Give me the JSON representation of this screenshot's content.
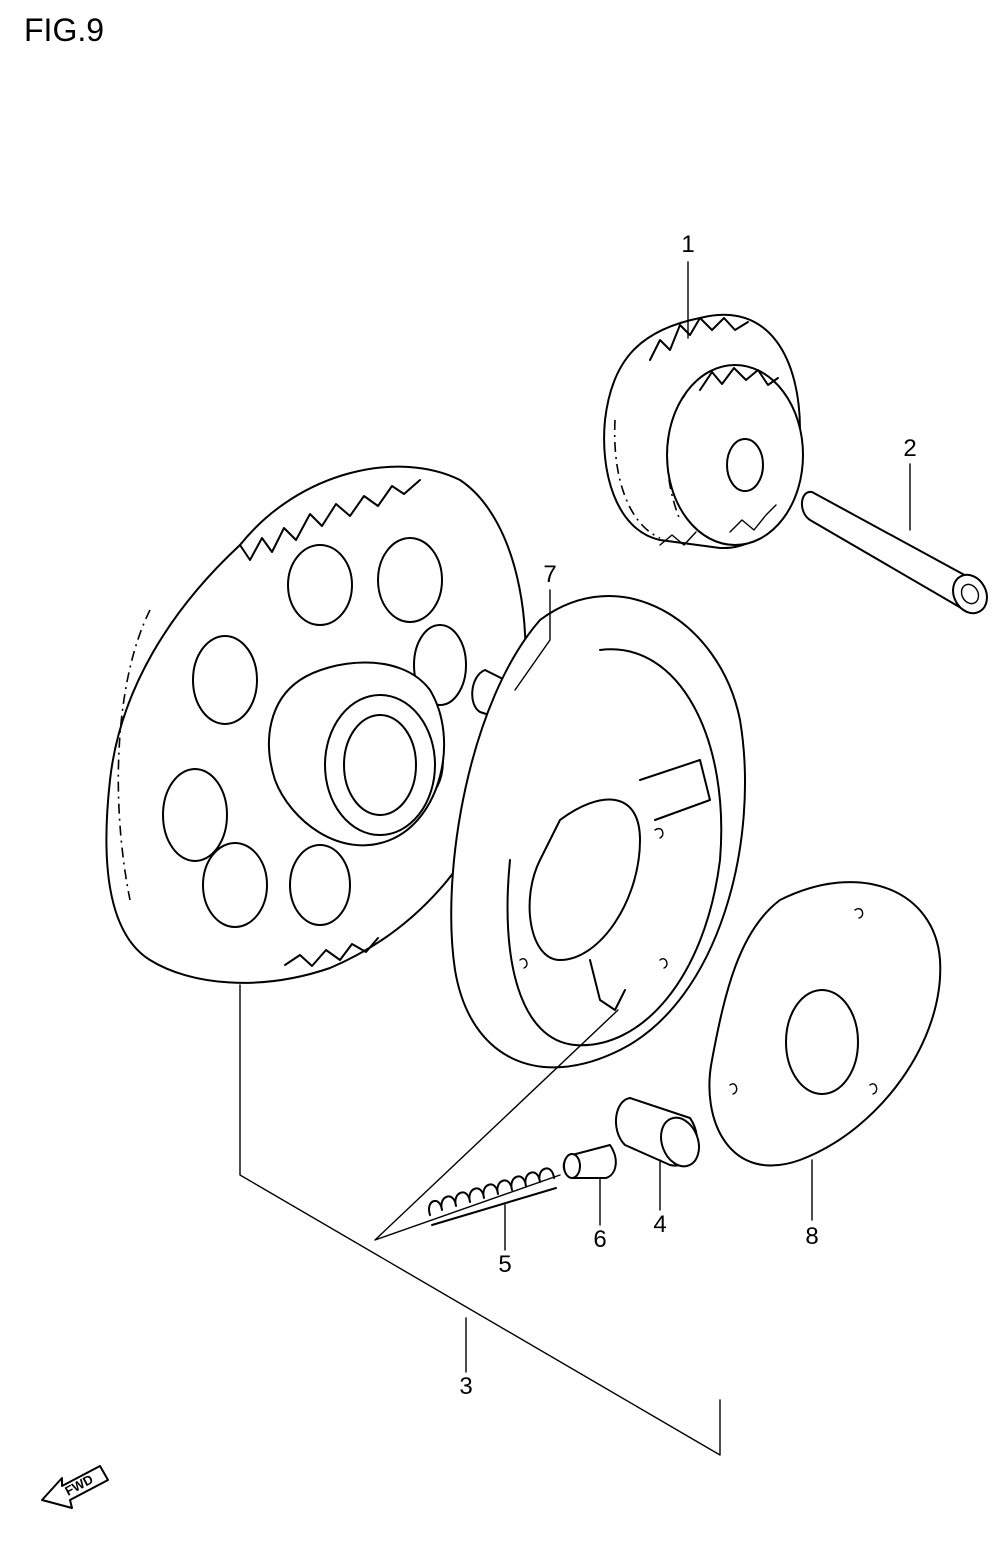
{
  "figure": {
    "title": "FIG.9",
    "fwd_label": "FWD"
  },
  "callouts": [
    {
      "id": "1",
      "text": "1"
    },
    {
      "id": "2",
      "text": "2"
    },
    {
      "id": "3",
      "text": "3"
    },
    {
      "id": "4",
      "text": "4"
    },
    {
      "id": "5",
      "text": "5"
    },
    {
      "id": "6",
      "text": "6"
    },
    {
      "id": "7",
      "text": "7"
    },
    {
      "id": "8",
      "text": "8"
    }
  ]
}
